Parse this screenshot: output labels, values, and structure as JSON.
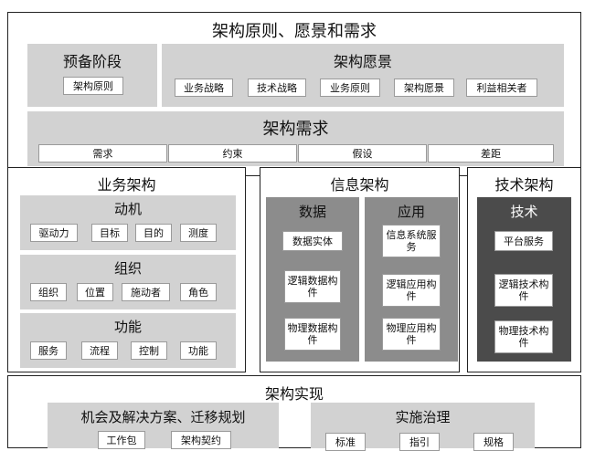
{
  "top": {
    "title": "架构原则、愿景和需求",
    "prelim": {
      "title": "预备阶段",
      "items": [
        "架构原则"
      ]
    },
    "vision": {
      "title": "架构愿景",
      "items": [
        "业务战略",
        "技术战略",
        "业务原则",
        "架构愿景",
        "利益相关者"
      ]
    },
    "requirements": {
      "title": "架构需求",
      "items": [
        "需求",
        "约束",
        "假设",
        "差距"
      ]
    }
  },
  "business": {
    "title": "业务架构",
    "motivation": {
      "title": "动机",
      "items": [
        "驱动力",
        "目标",
        "目的",
        "测度"
      ]
    },
    "organization": {
      "title": "组织",
      "items": [
        "组织",
        "位置",
        "施动者",
        "角色"
      ]
    },
    "function": {
      "title": "功能",
      "items": [
        "服务",
        "流程",
        "控制",
        "功能"
      ]
    }
  },
  "information": {
    "title": "信息架构",
    "data": {
      "title": "数据",
      "items": [
        "数据实体",
        "逻辑数据构件",
        "物理数据构件"
      ]
    },
    "application": {
      "title": "应用",
      "items": [
        "信息系统服务",
        "逻辑应用构件",
        "物理应用构件"
      ]
    }
  },
  "technology": {
    "title": "技术架构",
    "tech": {
      "title": "技术",
      "items": [
        "平台服务",
        "逻辑技术构件",
        "物理技术构件"
      ]
    }
  },
  "realization": {
    "title": "架构实现",
    "opportunities": {
      "title": "机会及解决方案、迁移规划",
      "items": [
        "工作包",
        "架构契约"
      ]
    },
    "governance": {
      "title": "实施治理",
      "items": [
        "标准",
        "指引",
        "规格"
      ]
    }
  }
}
